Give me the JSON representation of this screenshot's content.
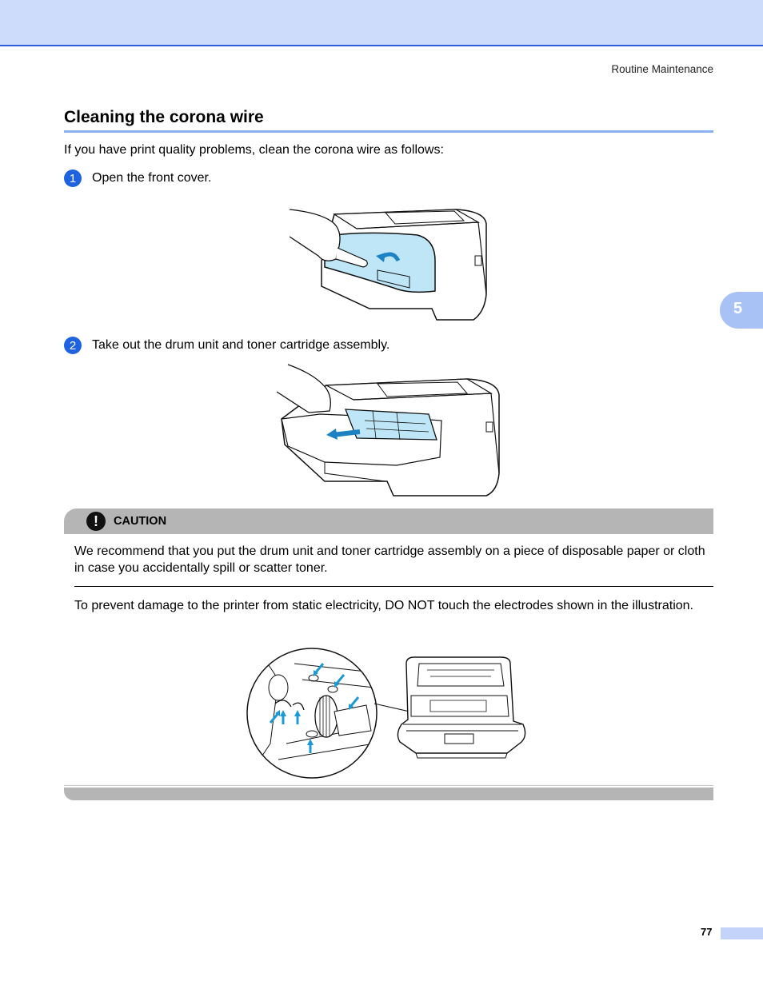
{
  "header": {
    "running_title": "Routine Maintenance"
  },
  "section": {
    "title": "Cleaning the corona wire",
    "intro": "If you have print quality problems, clean the corona wire as follows:"
  },
  "steps": [
    {
      "number": "1",
      "text": "Open the front cover."
    },
    {
      "number": "2",
      "text": "Take out the drum unit and toner cartridge assembly."
    }
  ],
  "chapter_tab": {
    "number": "5"
  },
  "caution": {
    "label": "CAUTION",
    "paragraphs": [
      "We recommend that you put the drum unit and toner cartridge assembly on a piece of disposable paper or cloth in case you accidentally spill or scatter toner.",
      "To prevent damage to the printer from static electricity, DO NOT touch the electrodes shown in the illustration."
    ]
  },
  "footer": {
    "page_number": "77"
  },
  "colors": {
    "accent_blue": "#1f62e0",
    "header_band": "#cddcfb",
    "caution_gray": "#b5b5b5",
    "highlight_cyan": "#bfe6f7"
  }
}
